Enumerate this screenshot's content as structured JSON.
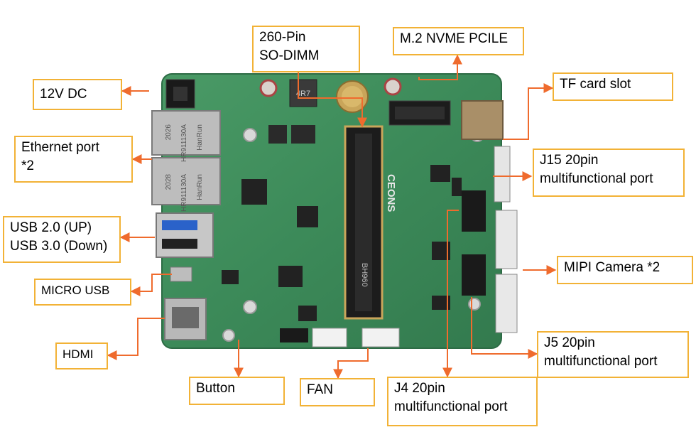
{
  "diagram": {
    "accent_color": "#f2b236",
    "arrow_color": "#ef6b2d",
    "board_color": "#3f8f5c",
    "callouts": {
      "so_dimm": [
        "260-Pin",
        "SO-DIMM"
      ],
      "m2": [
        "M.2 NVME PCILE"
      ],
      "dc": [
        "12V DC"
      ],
      "tf": [
        "TF card slot"
      ],
      "ethernet": [
        "Ethernet port",
        "*2"
      ],
      "j15": [
        "J15 20pin",
        "multifunctional port"
      ],
      "usb": [
        "USB 2.0 (UP)",
        "USB 3.0 (Down)"
      ],
      "mipi": [
        "MIPI Camera *2"
      ],
      "micro_usb": [
        "MICRO USB"
      ],
      "hdmi": [
        "HDMI"
      ],
      "j5": [
        "J5 20pin",
        "multifunctional port"
      ],
      "button": [
        "Button"
      ],
      "fan": [
        "FAN"
      ],
      "j4": [
        "J4 20pin",
        "multifunctional port"
      ]
    },
    "board_silkscreen": {
      "brand": "CEONS",
      "mem_chip": "BH960",
      "inductor": "4R7",
      "eth_jack_1": "HanRun",
      "eth_jack_1_model": "HR911130A",
      "eth_jack_1_code": "2026",
      "eth_jack_2": "HanRun",
      "eth_jack_2_model": "HR911130A",
      "eth_jack_2_code": "2028"
    }
  }
}
